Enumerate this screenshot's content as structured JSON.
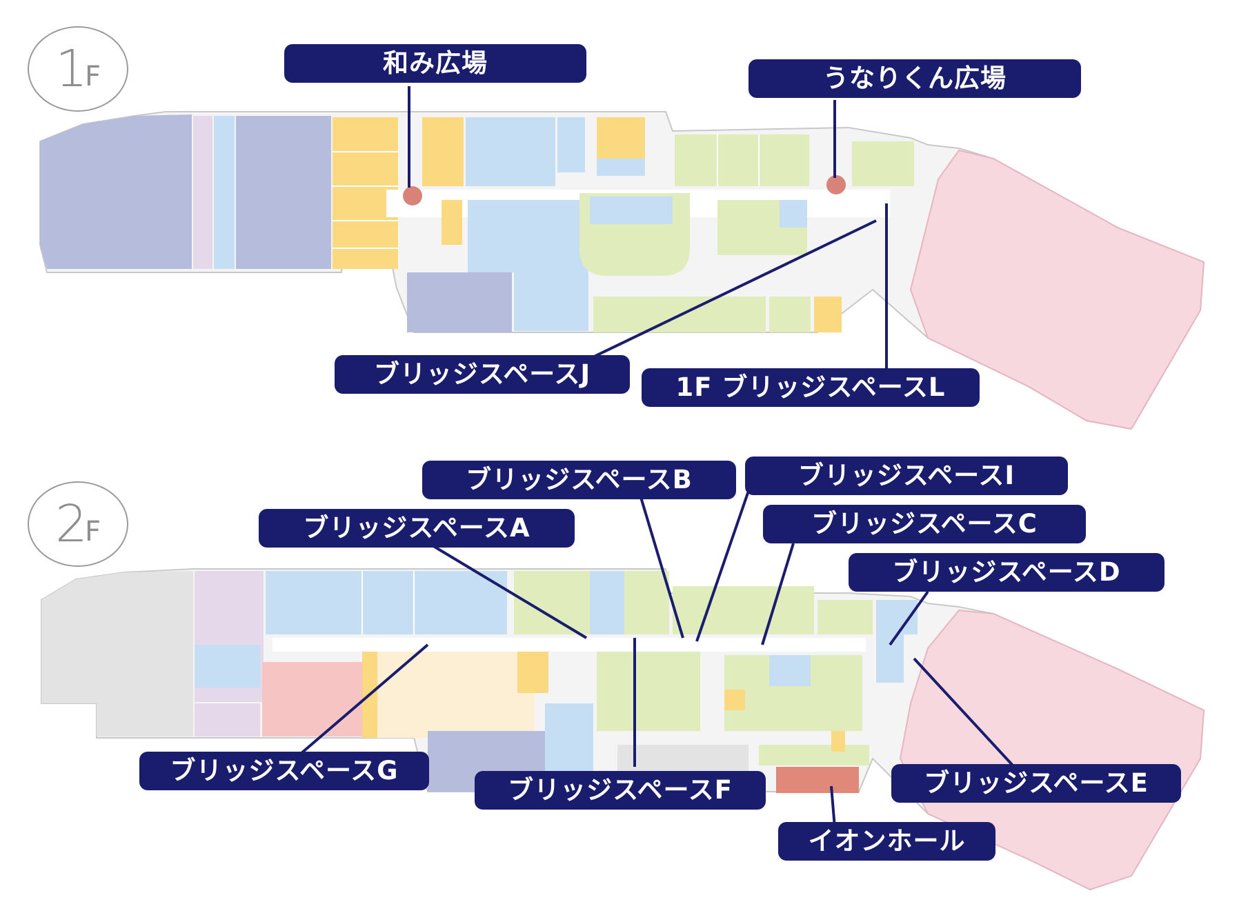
{
  "floors": [
    {
      "id": "1f",
      "number": "1",
      "suffix": "F"
    },
    {
      "id": "2f",
      "number": "2",
      "suffix": "F"
    }
  ],
  "places": {
    "1f": {
      "nagomi_plaza": "和み広場",
      "unarikun_plaza": "うなりくん広場",
      "bridge_space_j": "ブリッジスペースJ",
      "bridge_space_l": "1F ブリッジスペースL"
    },
    "2f": {
      "bridge_space_a": "ブリッジスペースA",
      "bridge_space_b": "ブリッジスペースB",
      "bridge_space_i": "ブリッジスペースI",
      "bridge_space_c": "ブリッジスペースC",
      "bridge_space_d": "ブリッジスペースD",
      "bridge_space_e": "ブリッジスペースE",
      "bridge_space_f": "ブリッジスペースF",
      "bridge_space_g": "ブリッジスペースG",
      "aeon_hall": "イオンホール"
    }
  },
  "colors": {
    "callout_bg": "#1a1c6e",
    "callout_text": "#ffffff",
    "anchor_purple": "#b6bcdc",
    "fashion_yellow": "#fbd980",
    "service_blue": "#c6def4",
    "food_green": "#e1ecbc",
    "east_pink": "#f8d8df",
    "food_court_beige": "#fdefd4",
    "hall_salmon": "#e0897b",
    "parking_grey": "#e3e3e3",
    "plaza_marker": "#d98378"
  }
}
